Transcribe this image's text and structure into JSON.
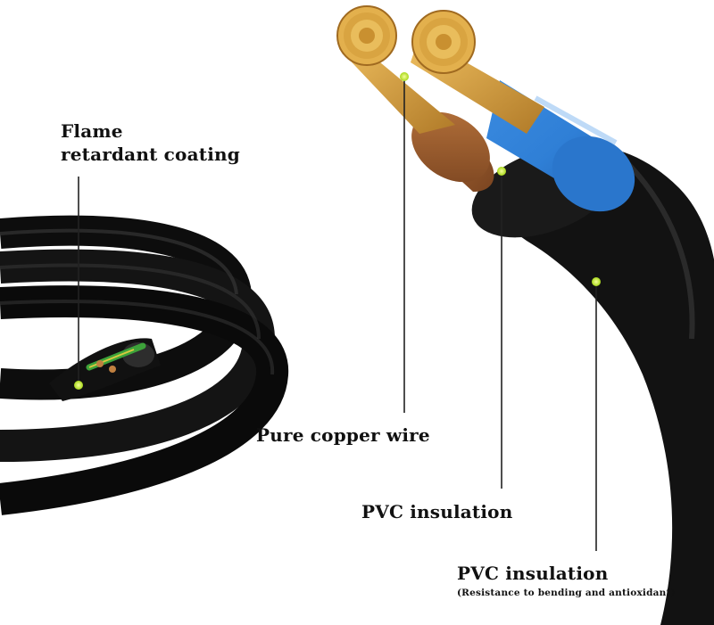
{
  "labels": {
    "flame_line1": "Flame",
    "flame_line2": "retardant coating",
    "copper": "Pure copper wire",
    "pvc_inner": "PVC insulation",
    "pvc_outer": "PVC insulation",
    "pvc_outer_note": "(Resistance to bending and antioxidant)"
  },
  "colors": {
    "sheath": "#111111",
    "copper": "#d9a441",
    "blue_insulation": "#2f7fd6",
    "brown_insulation": "#9a5a2a",
    "indicator_dot": "#c8f03a",
    "leader_line": "#222222"
  }
}
